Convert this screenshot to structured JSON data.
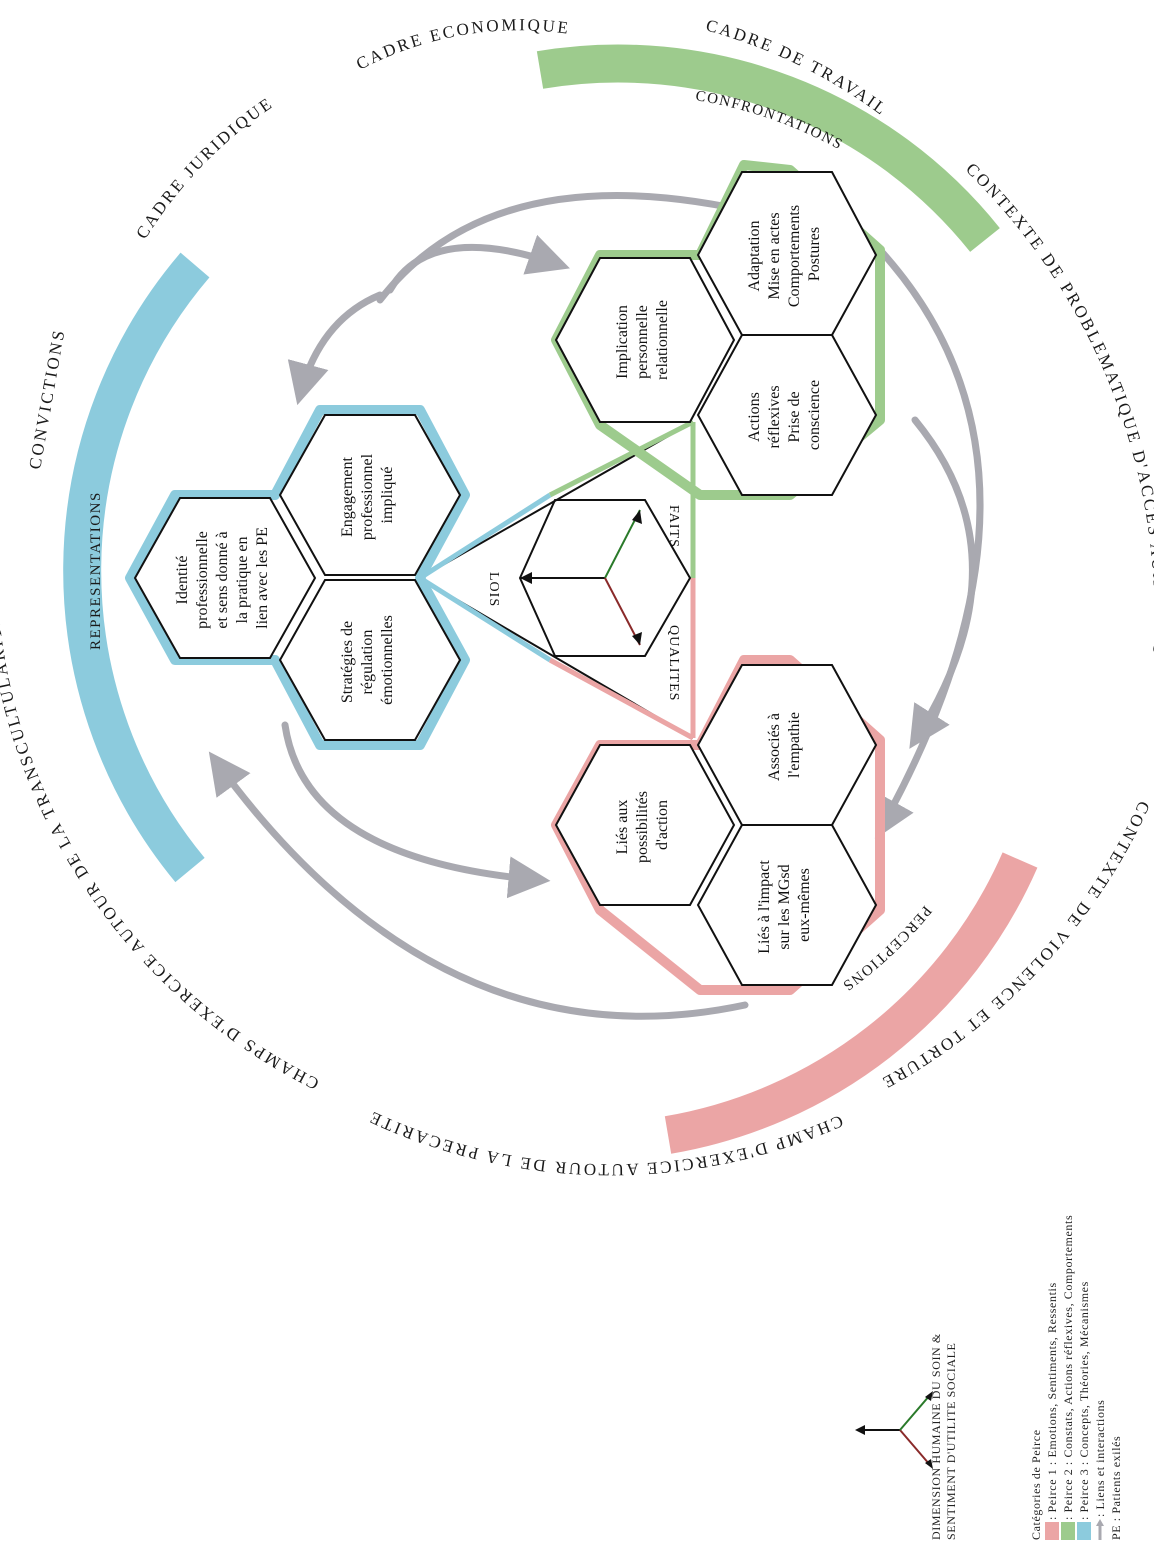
{
  "context_labels": {
    "cadre_economique": "CADRE ECONOMIQUE",
    "cadre_de_travail": "CADRE DE TRAVAIL",
    "cadre_juridique": "CADRE JURIDIQUE",
    "contexte_acces": "CONTEXTE DE PROBLEMATIQUE D'ACCES AUX SOINS",
    "convictions": "CONVICTIONS",
    "champs_transculturalite": "CHAMPS D'EXERCICE AUTOUR DE LA TRANSCULTULARITE",
    "contexte_violence": "CONTEXTE DE VIOLENCE ET TORTURE",
    "champ_precarite": "CHAMP D'EXERCICE AUTOUR DE LA PRECARITE"
  },
  "bands": {
    "confrontations": "CONFRONTATIONS",
    "representations": "REPRESENTATIONS",
    "perceptions": "PERCEPTIONS"
  },
  "hexagons": {
    "green_top": [
      "Implication",
      "personnelle",
      "relationnelle"
    ],
    "green_right_top": [
      "Adaptation",
      "Mise en actes",
      "Comportements",
      "Postures"
    ],
    "green_right_bottom": [
      "Actions",
      "réflexives",
      "Prise de",
      "conscience"
    ],
    "blue_left": [
      "Identité",
      "professionnelle",
      "et sens donné à",
      "la pratique en",
      "lien avec les PE"
    ],
    "blue_top": [
      "Engagement",
      "professionnel",
      "impliqué"
    ],
    "blue_bottom": [
      "Stratégies de",
      "régulation",
      "émotionnelles"
    ],
    "red_top": [
      "Associés à",
      "l'empathie"
    ],
    "red_left": [
      "Liés aux",
      "possibilités",
      "d'action"
    ],
    "red_bottom": [
      "Liés à l'impact",
      "sur les MGsd",
      "eux-mêmes"
    ]
  },
  "triangle_labels": {
    "faits": "FAITS",
    "lois": "LOIS",
    "qualites": "QUALITES"
  },
  "legend": {
    "dimension_line1": "DIMENSION HUMAINE DU SOIN &",
    "dimension_line2": "SENTIMENT D'UTILITE SOCIALE",
    "categories_title": "Catégories de Peirce",
    "peirce1": ": Peirce 1 : Emotions, Sentiments, Ressentis",
    "peirce2": ": Peirce 2 : Constats, Actions réflexives, Comportements",
    "peirce3": ": Peirce 3 : Concepts, Théories, Mécanismes",
    "liens": ": Liens et interactions",
    "pe": "PE : Patients exilés"
  },
  "colors": {
    "green": "#9dcb8d",
    "blue": "#8ccbdd",
    "red": "#eba5a5",
    "grey_arrow": "#a9a9b0",
    "text": "#111111"
  }
}
